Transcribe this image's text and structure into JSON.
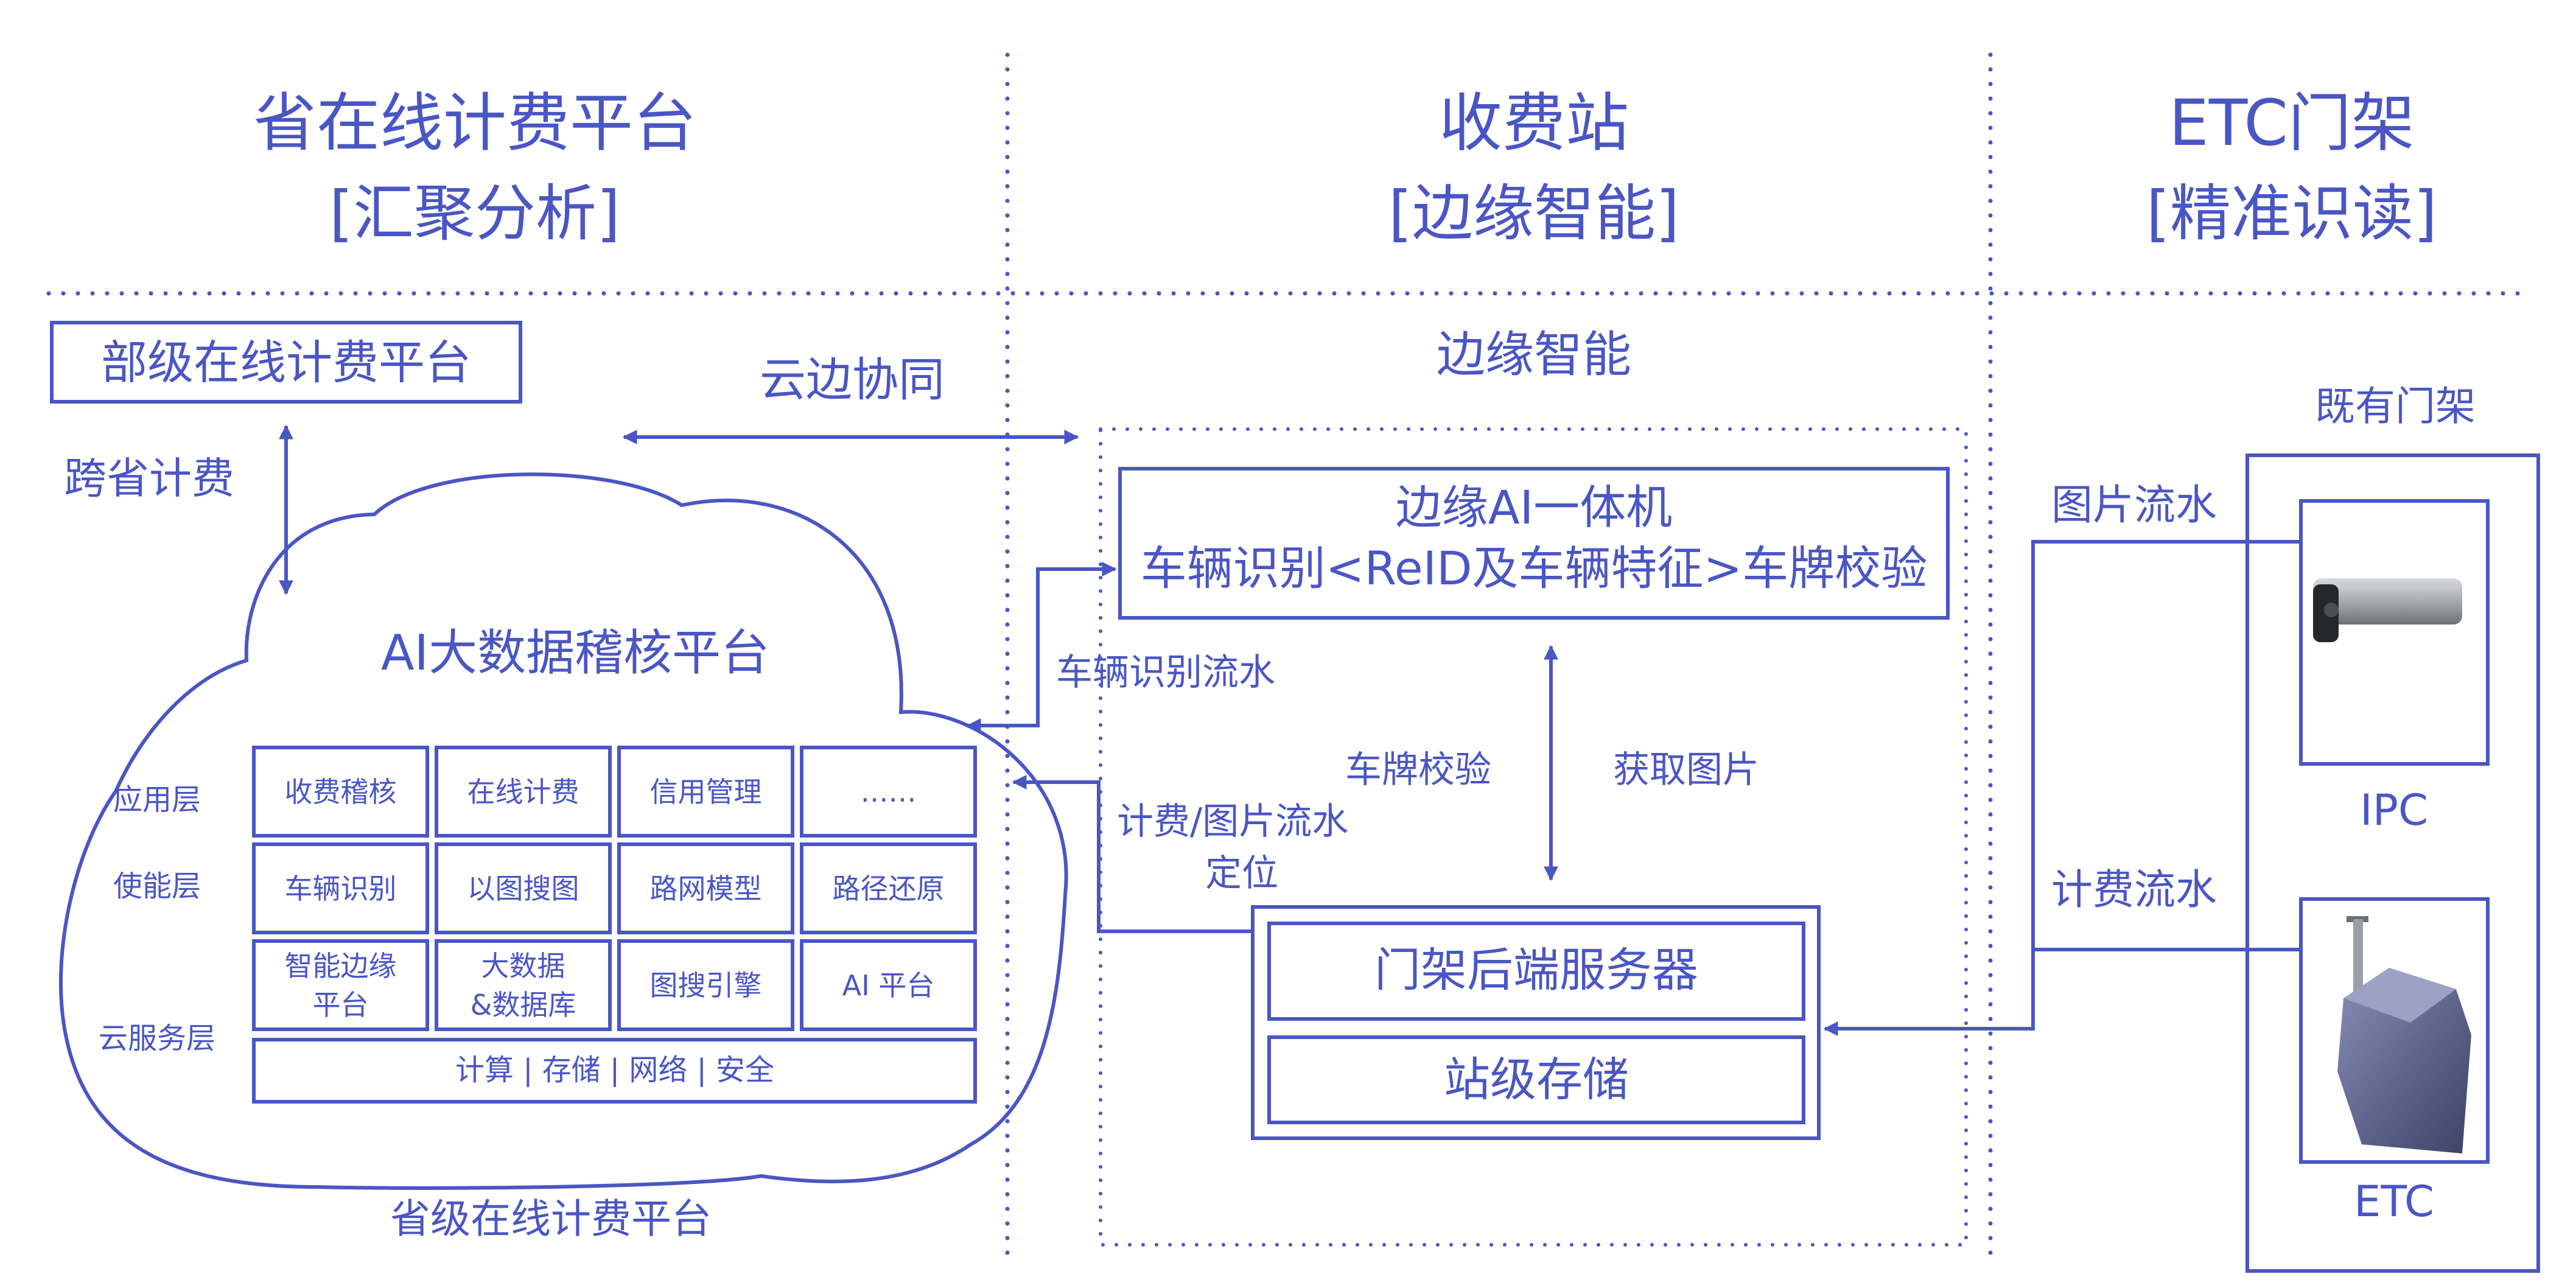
{
  "columns": {
    "provincial": {
      "title": "省在线计费平台",
      "subtitle": "[汇聚分析]"
    },
    "toll_station": {
      "title": "收费站",
      "subtitle": "[边缘智能]"
    },
    "etc_gantry": {
      "title": "ETC门架",
      "subtitle": "[精准识读]"
    }
  },
  "left": {
    "ministry_platform": "部级在线计费平台",
    "cross_province": "跨省计费",
    "cloud_edge": "云边协同",
    "cloud_title": "AI大数据稽核平台",
    "cloud_caption": "省级在线计费平台",
    "layers": [
      "应用层",
      "使能层",
      "云服务层"
    ],
    "grid": [
      [
        "收费稽核",
        "在线计费",
        "信用管理",
        "……"
      ],
      [
        "车辆识别",
        "以图搜图",
        "路网模型",
        "路径还原"
      ],
      [
        "智能边缘\n平台",
        "大数据\n&数据库",
        "图搜引擎",
        "AI 平台"
      ]
    ],
    "infra": "计算 | 存储 | 网络 | 安全"
  },
  "middle": {
    "edge_label": "边缘智能",
    "edge_box_line1": "边缘AI一体机",
    "edge_box_line2": "车辆识别<ReID及车辆特征>车牌校验",
    "vehicle_flow": "车辆识别流水",
    "plate_verify": "车牌校验",
    "get_image": "获取图片",
    "billing_flow": "计费/图片流水",
    "locate": "定位",
    "gantry_server": "门架后端服务器",
    "station_storage": "站级存储"
  },
  "right": {
    "existing_gantry": "既有门架",
    "image_flow": "图片流水",
    "billing_stream": "计费流水",
    "ipc_label": "IPC",
    "etc_label": "ETC"
  },
  "colors": {
    "primary": "#4a56c4",
    "device_dark": "#575c80",
    "camera_body": "#a9adb2"
  }
}
